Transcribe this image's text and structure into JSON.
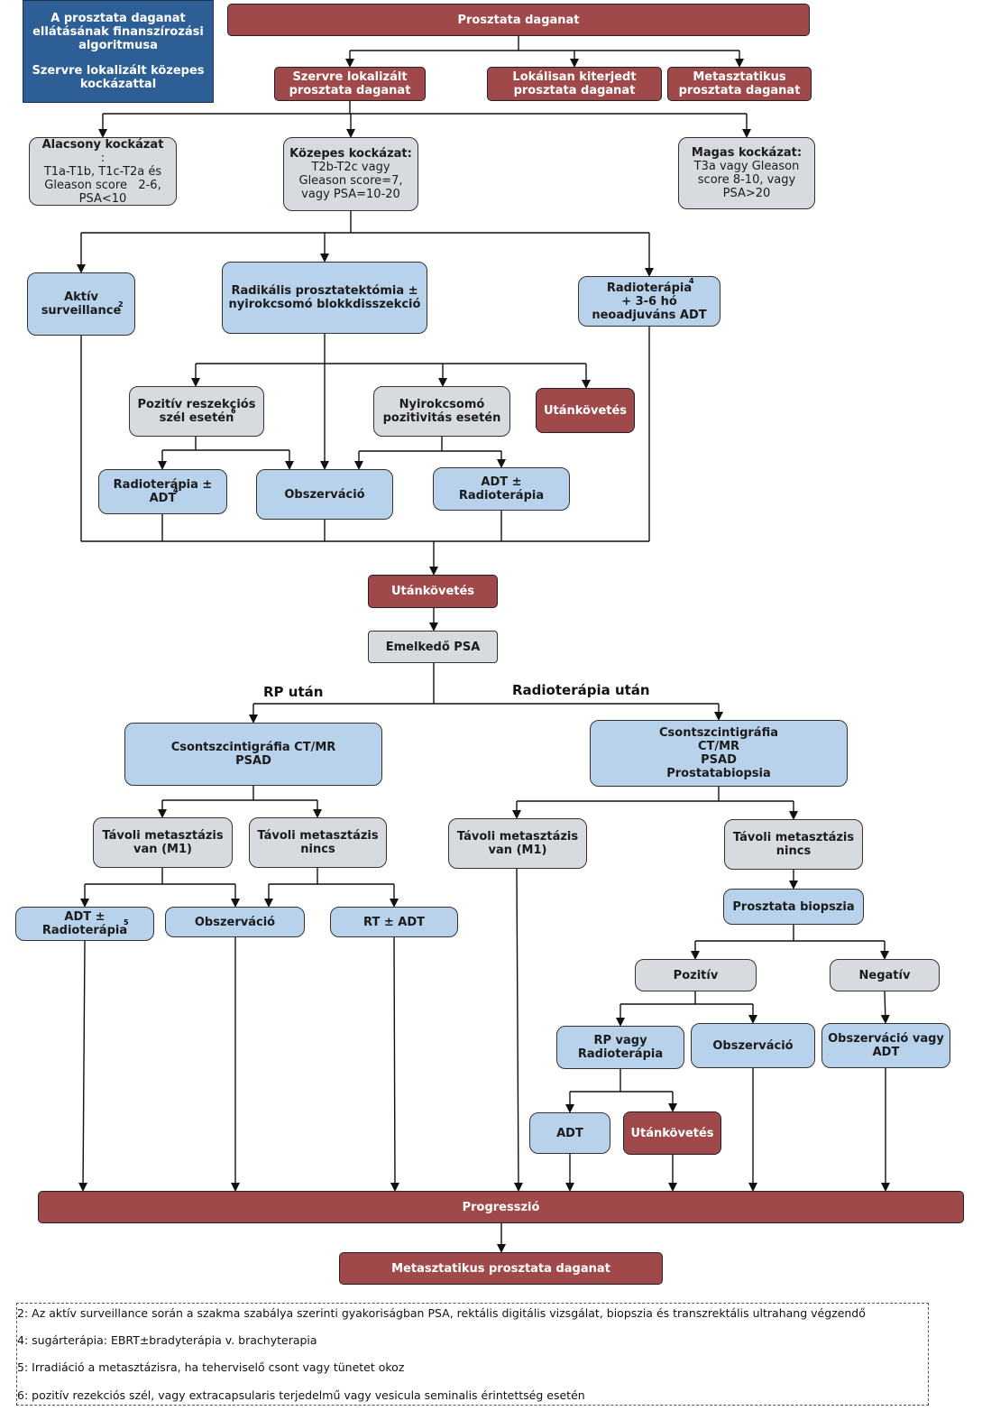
{
  "sidebar_box": {
    "title_lines": [
      "A prosztata daganat",
      "ellátásának finanszírozási",
      "algoritmusa"
    ],
    "subtitle_lines": [
      "Szervre lokalizált közepes",
      "kockázattal"
    ]
  },
  "nodes": {
    "root": "Prosztata daganat",
    "szervre": [
      "Szervre lokalizált",
      "prosztata daganat"
    ],
    "lokalisan": [
      "Lokálisan kiterjedt",
      "prosztata daganat"
    ],
    "metasztatikus_top": [
      "Metasztatikus",
      "prosztata daganat"
    ],
    "alacsony": {
      "head": "Alacsony kockázat",
      "tail": ":",
      "body": [
        "T1a-T1b, T1c-T2a és",
        "Gleason score   2-6,",
        "PSA<10"
      ]
    },
    "kozepes": {
      "head": "Közepes kockázat:",
      "body": [
        "T2b-T2c vagy",
        "Gleason score=7,",
        "vagy PSA=10-20"
      ]
    },
    "magas": {
      "head": "Magas kockázat:",
      "body": [
        "T3a vagy Gleason",
        "score 8-10, vagy",
        "PSA>20"
      ]
    },
    "aktiv": [
      "Aktív",
      "surveillance"
    ],
    "aktiv_sup": "2",
    "radikalis": [
      "Radikális prosztatektómia ±",
      "nyirokcsomó blokkdisszekció"
    ],
    "radioterapia_adt": [
      "Radioterápia",
      "+ 3-6 hó",
      "neoadjuváns ADT"
    ],
    "radioterapia_adt_sup": "4",
    "pozitiv_resz": [
      "Pozitív reszekciós",
      "szél esetén"
    ],
    "pozitiv_resz_sup": "6",
    "nyirok_poz": [
      "Nyirokcsomó",
      "pozitivitás esetén"
    ],
    "utankovetes_1": "Utánkövetés",
    "radioterapia_pm": [
      "Radioterápia ±",
      "ADT"
    ],
    "radioterapia_pm_sup": "4",
    "obszervacio_1": "Obszerváció",
    "adt_radio_1": "ADT ± Radioterápia",
    "utankovetes_2": "Utánkövetés",
    "emelkedo": "Emelkedő PSA",
    "rp_utan": "RP után",
    "radio_utan": "Radioterápia után",
    "csont_rp": [
      "Csontszcintigráfia CT/MR",
      "PSAD"
    ],
    "csont_rt": [
      "Csontszcintigráfia",
      "CT/MR",
      "PSAD",
      "Prostatabiopsia"
    ],
    "tav_van_1": [
      "Távoli metasztázis",
      "van (M1)"
    ],
    "tav_nincs_1": [
      "Távoli metasztázis",
      "nincs"
    ],
    "tav_van_2": [
      "Távoli metasztázis",
      "van (M1)"
    ],
    "tav_nincs_2": [
      "Távoli metasztázis",
      "nincs"
    ],
    "adt_radio_2": [
      "ADT ±",
      "Radioterápia"
    ],
    "adt_radio_2_sup": "5",
    "obszervacio_2": "Obszerváció",
    "rt_adt": "RT ± ADT",
    "prosztata_biopszia": "Prosztata biopszia",
    "pozitiv": "Pozitív",
    "negativ": "Negatív",
    "rp_vagy": [
      "RP vagy",
      "Radioterápia"
    ],
    "obszervacio_3": "Obszerváció",
    "obszervacio_vagy": [
      "Obszerváció vagy",
      "ADT"
    ],
    "adt": "ADT",
    "utankovetes_3": "Utánkövetés",
    "progresszio": "Progresszió",
    "metasztatikus_bottom": "Metasztatikus prosztata daganat"
  },
  "footnotes": [
    "2: Az aktív surveillance során a szakma szabálya szerinti gyakoriságban PSA, rektális digitális vizsgálat, biopszia és transzrektális ultrahang végzendő",
    "4: sugárterápia: EBRT±bradyterápia v. brachyterapia",
    "5: Irradiáció a metasztázisra, ha teherviselő csont vagy tünetet okoz",
    "6: pozitív rezekciós szél, vagy extracapsularis terjedelmű vagy vesicula seminalis érintettség esetén"
  ],
  "colors": {
    "red_box": "#a0494a",
    "grey_box": "#d7dbe0",
    "blue_box": "#b9d2ec",
    "navy_box": "#2d5f96",
    "connector": "#111111"
  }
}
